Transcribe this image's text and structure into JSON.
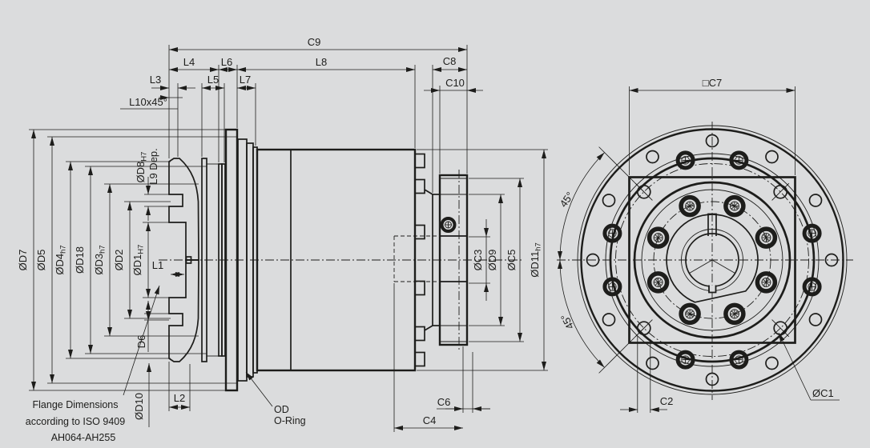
{
  "drawing": {
    "background": "#dbdcdd",
    "line_color": "#1d1d1b",
    "dims_top": {
      "c9": "C9",
      "l4": "L4",
      "l6": "L6",
      "l8": "L8",
      "c8": "C8",
      "l3": "L3",
      "l5": "L5",
      "l7": "L7",
      "c10": "C10",
      "l10": "L10x45°"
    },
    "dims_left": {
      "d7": "ØD7",
      "d5": "ØD5",
      "d4": "ØD4",
      "d4_sub": "h7",
      "d18": "ØD18",
      "d3": "ØD3",
      "d3_sub": "h7",
      "d2": "ØD2",
      "d1": "ØD1",
      "d1_sub": "H7",
      "d8": "ØD8",
      "d8_sub": "H7",
      "l9": "L9 Dep."
    },
    "dims_inner": {
      "l1": "L1",
      "d6": "D6",
      "d10": "ØD10",
      "l2": "L2"
    },
    "dims_bottom": {
      "c6": "C6",
      "c4": "C4"
    },
    "dims_right_side": {
      "c3": "ØC3",
      "d9": "ØD9",
      "c5": "ØC5",
      "d11": "ØD11",
      "d11_sub": "h7"
    },
    "front_view": {
      "c7": "□C7",
      "angle_top": "45°",
      "angle_bottom": "45°",
      "c2": "C2",
      "c1": "ØC1"
    },
    "notes": {
      "flange_note_1": "Flange Dimensions",
      "flange_note_2": "according to ISO 9409",
      "flange_note_3": "AH064-AH255",
      "oring_1": "OD",
      "oring_2": "O-Ring"
    }
  }
}
